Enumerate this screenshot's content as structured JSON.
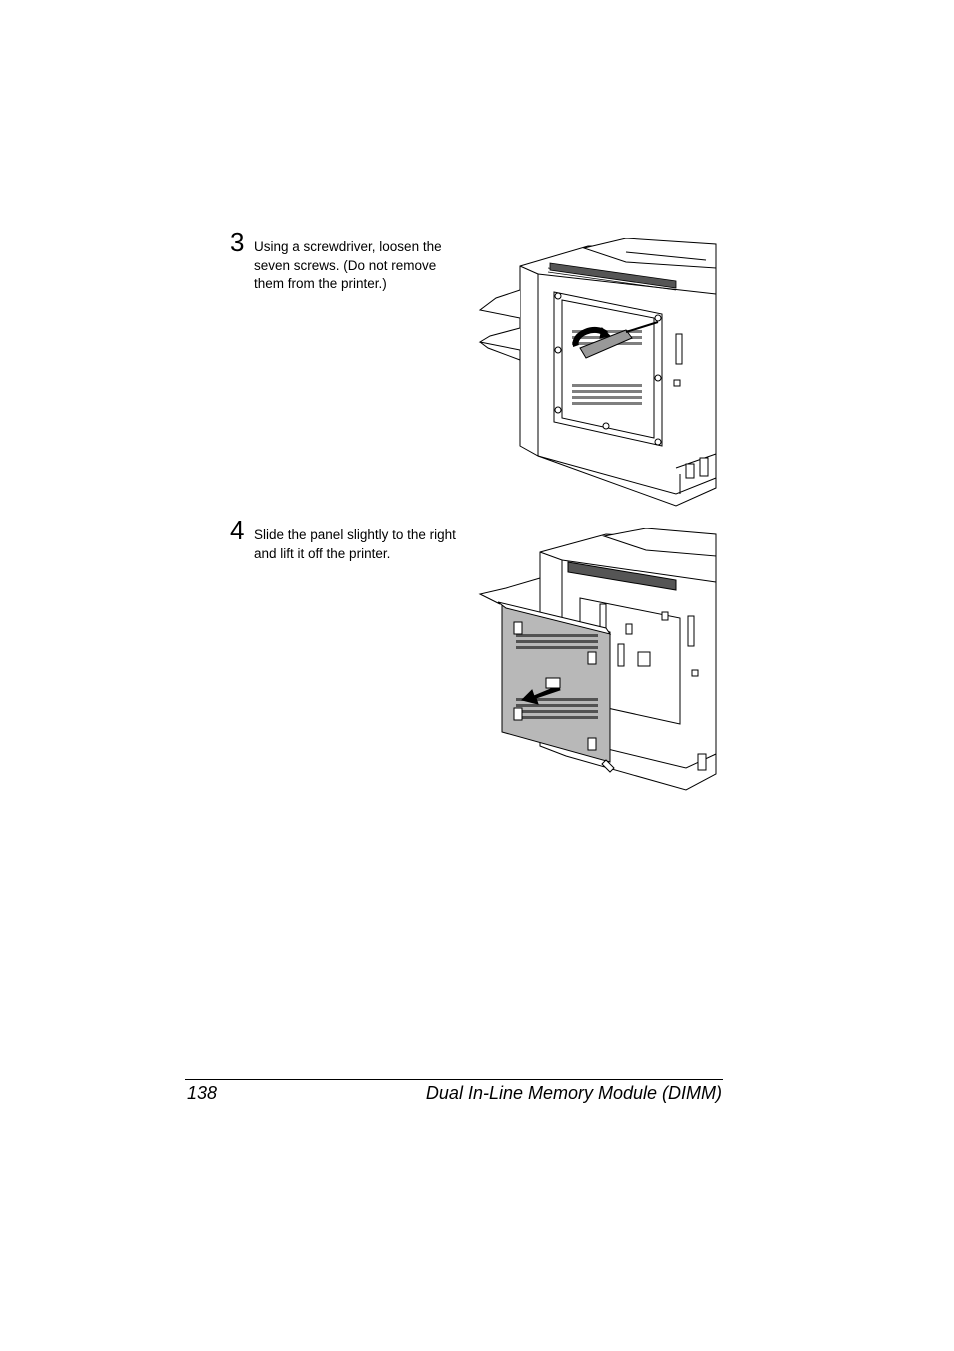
{
  "steps": [
    {
      "number": "3",
      "text": "Using a screwdriver, loosen the seven screws. (Do not remove them from the printer.)"
    },
    {
      "number": "4",
      "text": "Slide the panel slightly to the right and lift it off the printer."
    }
  ],
  "footer": {
    "page_number": "138",
    "section_title": "Dual In-Line Memory Module (DIMM)"
  },
  "figures": {
    "step3_illustration": "printer-rear-screwdriver-illustration",
    "step4_illustration": "printer-rear-panel-removal-illustration"
  }
}
